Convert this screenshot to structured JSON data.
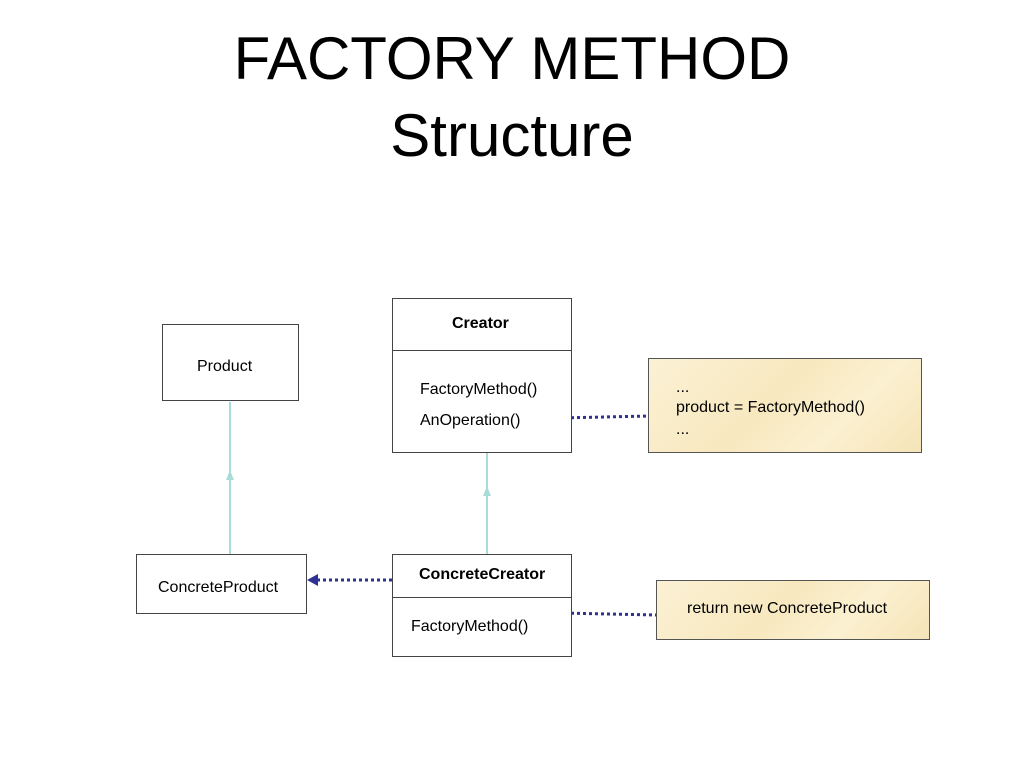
{
  "title": {
    "line1": "FACTORY METHOD",
    "line2": "Structure"
  },
  "product": {
    "name": "Product"
  },
  "concrete_product": {
    "name": "ConcreteProduct"
  },
  "creator": {
    "name": "Creator",
    "operations": [
      "FactoryMethod()",
      "AnOperation()"
    ]
  },
  "concrete_creator": {
    "name": "ConcreteCreator",
    "operations": [
      "FactoryMethod()"
    ]
  },
  "notes": {
    "an_operation": [
      "...",
      "product = FactoryMethod()",
      "..."
    ],
    "factory_method": "return new ConcreteProduct"
  },
  "colors": {
    "inheritance_line": "#a8dcd9",
    "dependency_line": "#2e3192",
    "note_fill": "#f9ecc8"
  }
}
